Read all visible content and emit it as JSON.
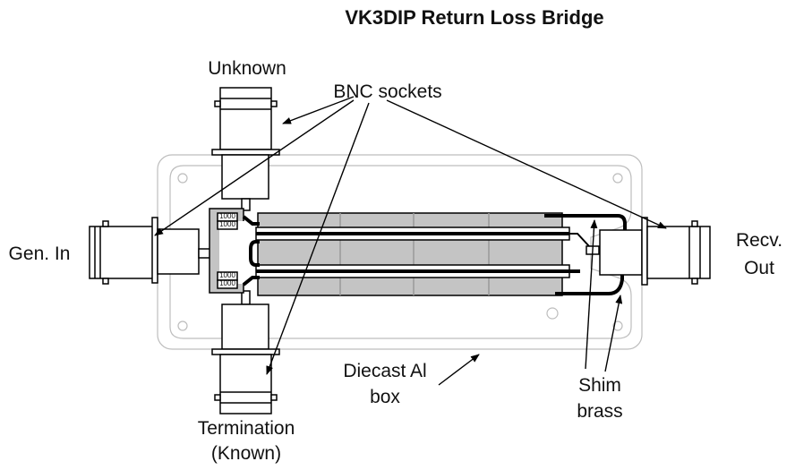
{
  "title": "VK3DIP Return Loss Bridge",
  "labels": {
    "unknown": "Unknown",
    "bnc_sockets": "BNC sockets",
    "gen_in": "Gen. In",
    "recv_line1": "Recv.",
    "recv_line2": "Out",
    "diecast_line1": "Diecast Al",
    "diecast_line2": "box",
    "shim_line1": "Shim",
    "shim_line2": "brass",
    "termination_line1": "Termination",
    "termination_line2": "(Known)"
  },
  "resistor_value": "1000",
  "colors": {
    "line": "#000000",
    "box_outline": "#bdbdbd",
    "fill_gray": "#c4c4c4"
  }
}
